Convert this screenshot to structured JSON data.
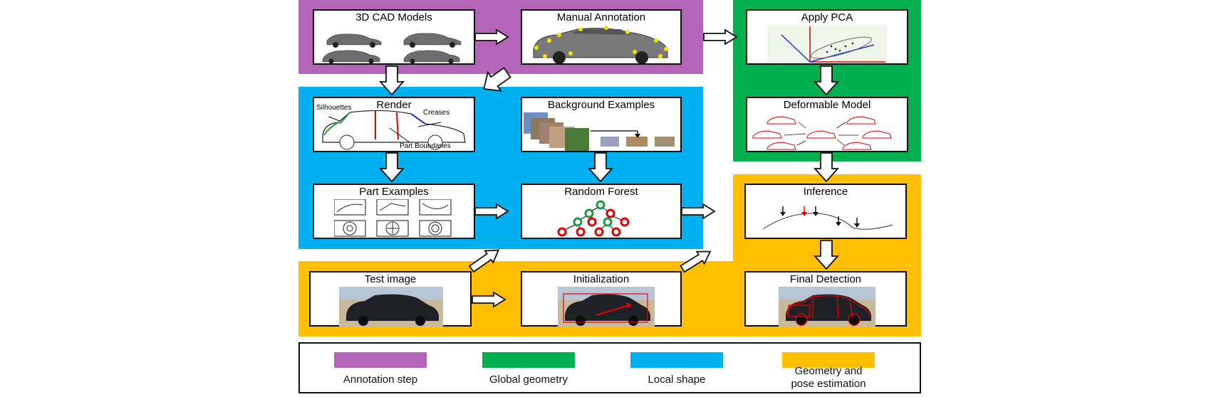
{
  "colors": {
    "annotation": "#b565b7",
    "global": "#00b04f",
    "local": "#00b0f0",
    "geometry": "#ffbf00"
  },
  "boxes": {
    "cad_models": "3D CAD Models",
    "manual_annotation": "Manual Annotation",
    "apply_pca": "Apply PCA",
    "render": "Render",
    "background_examples": "Background Examples",
    "deformable_model": "Deformable Model",
    "part_examples": "Part Examples",
    "random_forest": "Random Forest",
    "inference": "Inference",
    "test_image": "Test image",
    "initialization": "Initialization",
    "final_detection": "Final Detection"
  },
  "render_labels": {
    "silhouettes": "Silhouettes",
    "creases": "Creases",
    "part_boundaries": "Part Boundaries"
  },
  "legend": [
    {
      "label": "Annotation step",
      "color": "#b565b7"
    },
    {
      "label": "Global geometry",
      "color": "#00b04f"
    },
    {
      "label": "Local shape",
      "color": "#00b0f0"
    },
    {
      "label": "Geometry and\npose estimation",
      "color": "#ffbf00"
    }
  ]
}
